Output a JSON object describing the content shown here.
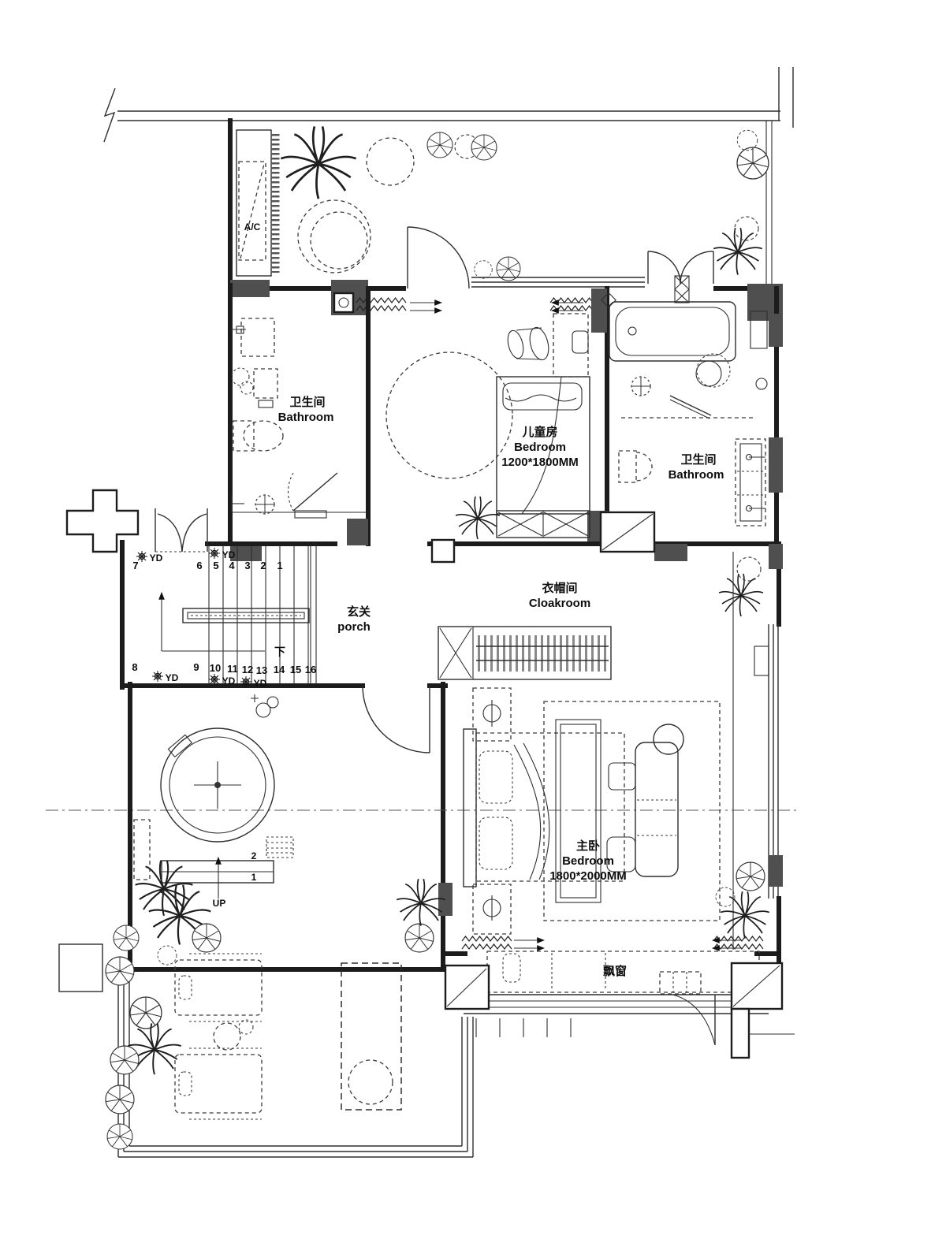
{
  "drawing": {
    "kind": "residential-floor-plan",
    "labels": {
      "ac": "A/C",
      "bay_window_zh": "飘窗",
      "down_zh": "下",
      "up": "UP",
      "yd": "YD",
      "porch": {
        "zh": "玄关",
        "en": "porch"
      },
      "bathroom_left": {
        "zh": "卫生间",
        "en": "Bathroom"
      },
      "bathroom_right": {
        "zh": "卫生间",
        "en": "Bathroom"
      },
      "kids_bedroom": {
        "zh": "儿童房",
        "en": "Bedroom",
        "size": "1200*1800MM"
      },
      "master_bedroom": {
        "zh": "主卧",
        "en": "Bedroom",
        "size": "1800*2000MM"
      },
      "cloakroom": {
        "zh": "衣帽间",
        "en": "Cloakroom"
      }
    },
    "stairs": {
      "upper_treads": [
        "7",
        "6",
        "5",
        "4",
        "3",
        "2",
        "1"
      ],
      "lower_treads": [
        "8",
        "9",
        "10",
        "11",
        "12",
        "13",
        "14",
        "15",
        "16"
      ],
      "entry_steps": [
        "1",
        "2"
      ]
    },
    "colors": {
      "wall_fill": "#4f4f4f",
      "line": "#1c1c1c",
      "background": "#ffffff"
    }
  }
}
